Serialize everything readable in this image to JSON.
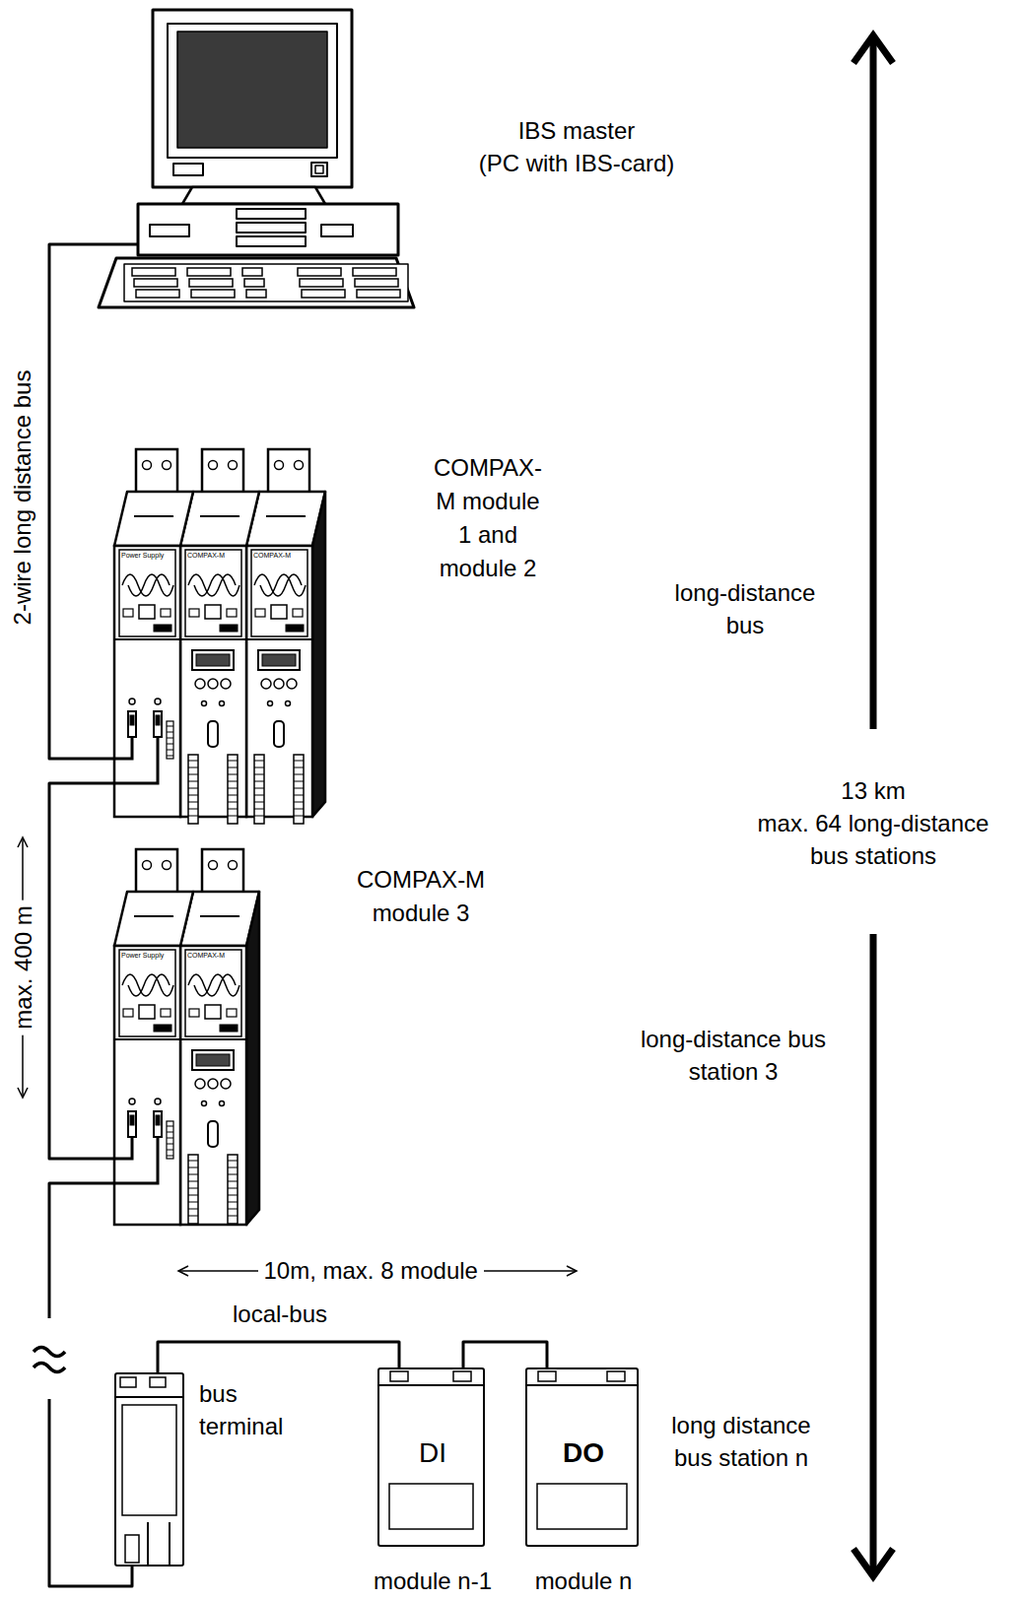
{
  "diagram": {
    "nodes": [
      {
        "text": [
          "IBS master",
          "(PC with IBS-card)"
        ]
      },
      {
        "text": [
          "COMPAX-M module 1 and module 2"
        ]
      },
      {
        "text": [
          "COMPAX-M module 3"
        ]
      },
      {
        "text": [
          "bus terminal"
        ]
      },
      {
        "text": [
          "DI",
          "module n-1"
        ]
      },
      {
        "text": [
          "DO",
          "module n"
        ]
      }
    ],
    "edges": [
      {
        "from": 0,
        "to": 1,
        "arrow": "none"
      },
      {
        "from": 1,
        "to": 2,
        "arrow": "none"
      },
      {
        "from": 2,
        "to": 3,
        "arrow": "none"
      },
      {
        "from": 3,
        "to": 4,
        "label": "local-bus",
        "arrow": "none"
      },
      {
        "from": 4,
        "to": 5,
        "arrow": "none"
      }
    ],
    "labels": [
      "2-wire long distance bus",
      "long-distance bus",
      "13 km",
      "max. 64 long-distance bus stations",
      "max. 400 m",
      "long-distance bus station 3",
      "10m, max. 8 module",
      "long distance bus station n",
      "Power Supply",
      "COMPAX-M",
      "COMPAX-M",
      "Power Supply",
      "COMPAX-M"
    ]
  }
}
